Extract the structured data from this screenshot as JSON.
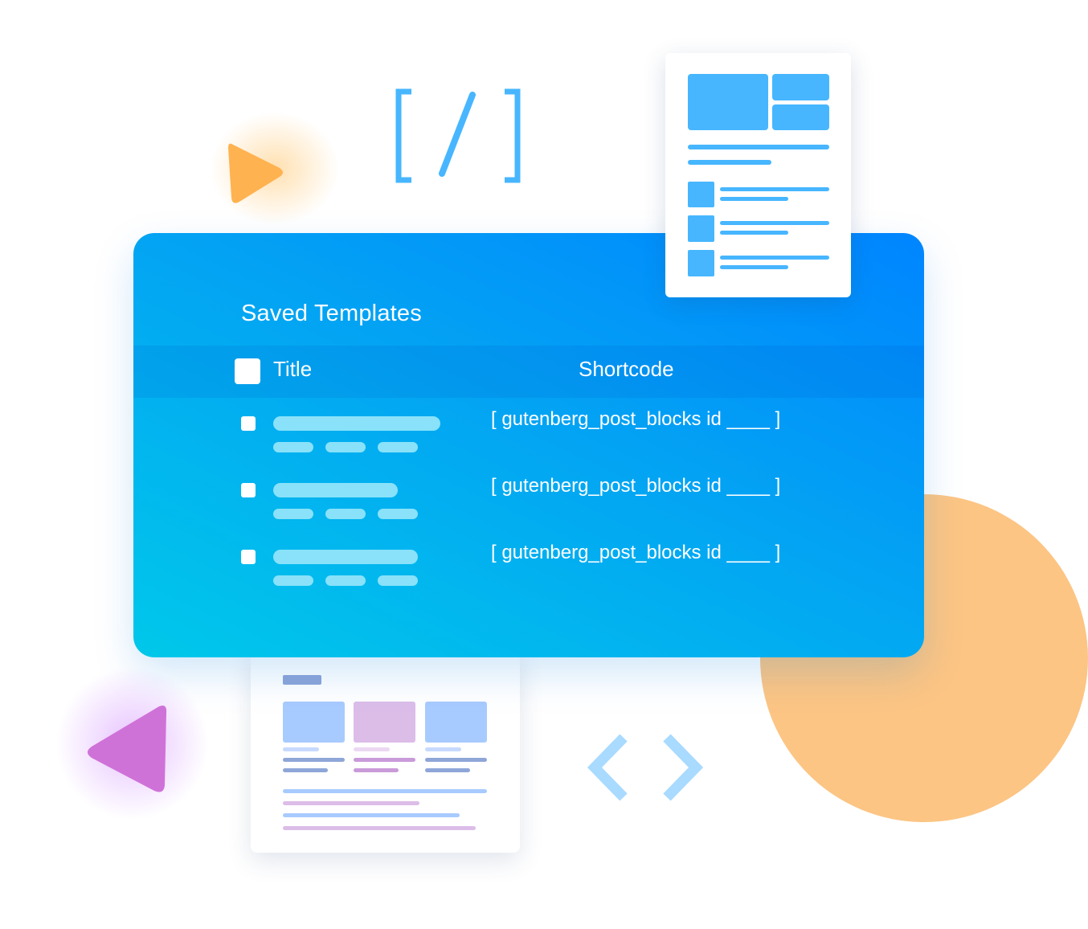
{
  "panel": {
    "title": "Saved Templates",
    "columns": {
      "title": "Title",
      "shortcode": "Shortcode"
    },
    "rows": [
      {
        "shortcode": "[ gutenberg_post_blocks id ____ ]"
      },
      {
        "shortcode": "[ gutenberg_post_blocks id ____ ]"
      },
      {
        "shortcode": "[ gutenberg_post_blocks id ____ ]"
      }
    ]
  },
  "decor": {
    "shortcode_glyph": "[ / ]",
    "code_glyph": "< >",
    "icons": [
      "play-triangle-icon",
      "reverse-play-triangle-icon",
      "code-brackets-icon"
    ]
  },
  "colors": {
    "card_gradient_start": "#0085ff",
    "card_gradient_end": "#00c8ea",
    "accent_blue": "#47b6ff",
    "orange": "#fcc584",
    "orange_triangle": "#ffb250",
    "purple_triangle": "#cf72d8",
    "light_bar": "#89e2f9"
  }
}
